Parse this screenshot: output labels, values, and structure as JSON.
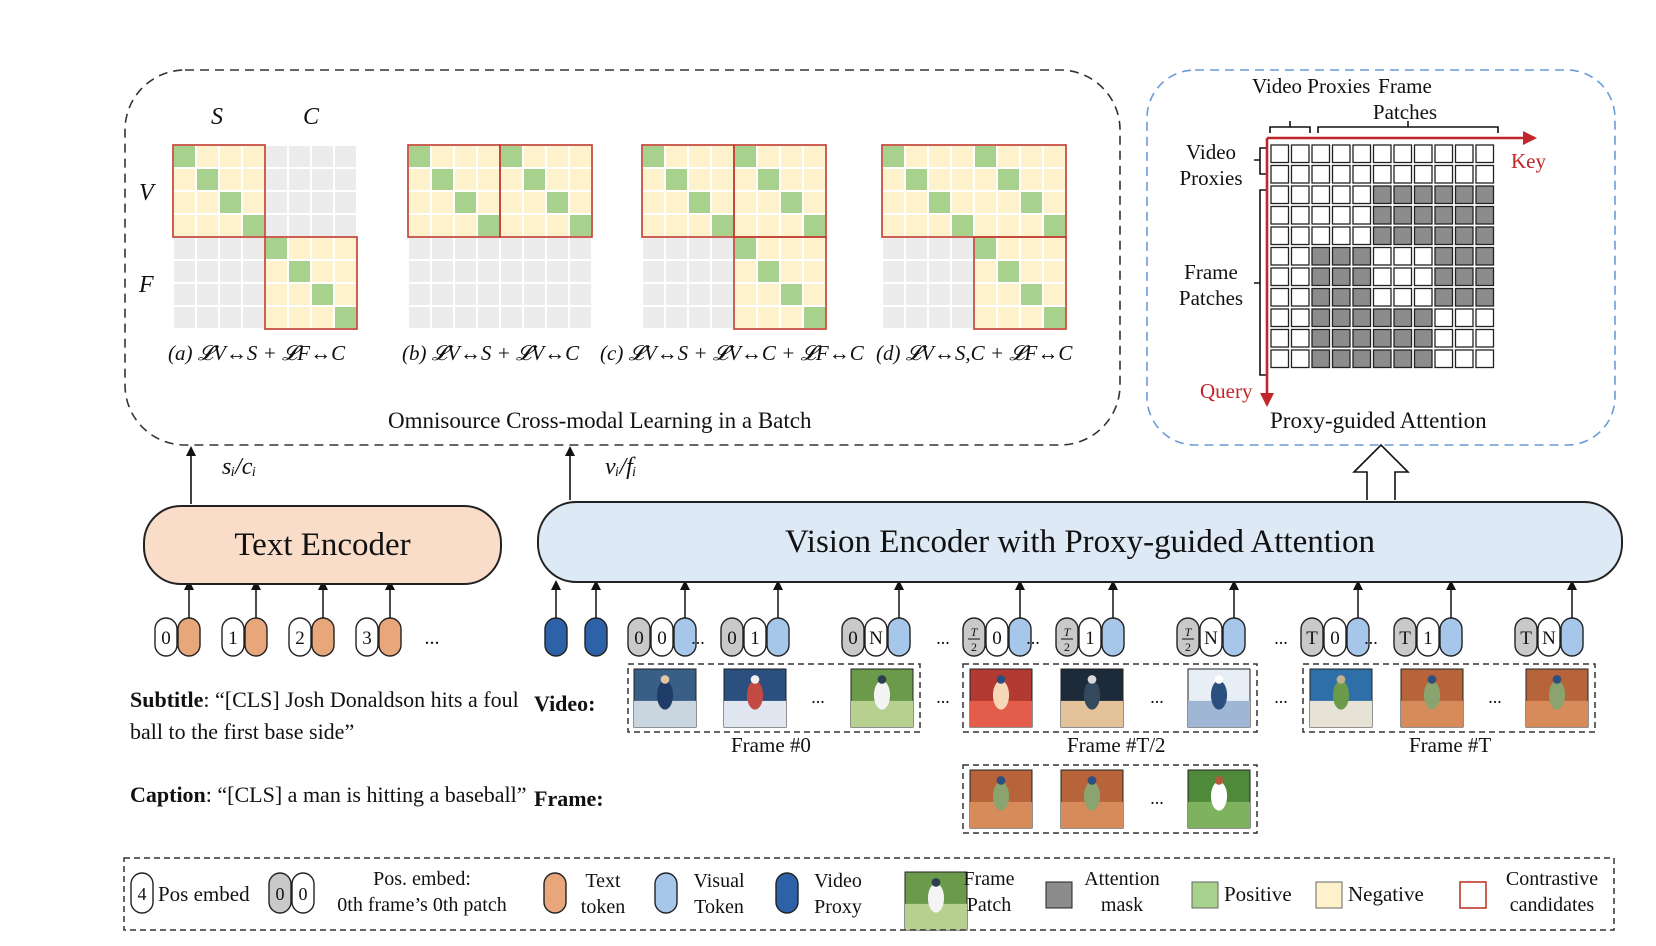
{
  "top_left_panel": {
    "column_labels": [
      "S",
      "C"
    ],
    "row_labels": [
      "V",
      "F"
    ],
    "caption": "Omnisource Cross-modal Learning in a Batch",
    "subfigures": [
      {
        "tag": "(a)",
        "formula": "𝓛V↔S + 𝓛F↔C"
      },
      {
        "tag": "(b)",
        "formula": "𝓛V↔S + 𝓛V↔C"
      },
      {
        "tag": "(c)",
        "formula": "𝓛V↔S + 𝓛V↔C + 𝓛F↔C"
      },
      {
        "tag": "(d)",
        "formula": "𝓛V↔S,C + 𝓛F↔C"
      }
    ]
  },
  "top_right_panel": {
    "caption": "Proxy-guided Attention",
    "top_labels": {
      "video_proxies": "Video Proxies",
      "frame_patches": "Frame Patches"
    },
    "left_labels": {
      "video_proxies": "Video Proxies",
      "frame_patches": "Frame Patches"
    },
    "axis_key": "Key",
    "axis_query": "Query"
  },
  "arrows": {
    "text_out": "sᵢ/cᵢ",
    "vision_out": "vᵢ/fᵢ"
  },
  "encoders": {
    "text": "Text Encoder",
    "vision": "Vision Encoder with Proxy-guided Attention"
  },
  "text_tokens": [
    "0",
    "1",
    "2",
    "3"
  ],
  "ellipsis": "...",
  "vision_token_groups": [
    {
      "frame": "0",
      "patches": [
        "0",
        "1",
        "N"
      ]
    },
    {
      "frame": "T/2",
      "patches": [
        "0",
        "1",
        "N"
      ]
    },
    {
      "frame": "T",
      "patches": [
        "0",
        "1",
        "N"
      ]
    }
  ],
  "subtitle": {
    "label": "Subtitle",
    "text": ": “[CLS] Josh Donaldson hits a foul ball to the first base side”"
  },
  "caption": {
    "label": "Caption",
    "text": ": “[CLS] a man is hitting a baseball”"
  },
  "row_video": "Video:",
  "row_frame": "Frame:",
  "frame_labels": [
    "Frame #0",
    "Frame #T/2",
    "Frame #T"
  ],
  "legend": {
    "pos_embed_number": "4",
    "pos_embed": "Pos embed",
    "pos_embed_pair": [
      "0",
      "0"
    ],
    "pos_embed2_line1": "Pos. embed:",
    "pos_embed2_line2": "0th frame’s 0th patch",
    "text_token": "Text token",
    "visual_token": "Visual Token",
    "video_proxy": "Video Proxy",
    "frame_patch": "Frame Patch",
    "attention_mask": "Attention mask",
    "positive": "Positive",
    "negative": "Negative",
    "contrastive": "Contrastive candidates"
  },
  "colors": {
    "positive": "#a9d18e",
    "negative": "#fdf2cc",
    "inactive": "#ececec",
    "contrastive": "#c0392b",
    "text_token": "#e8a77a",
    "visual_token": "#a6c6ea",
    "video_proxy": "#2e62a8",
    "mask": "#8c8c8c",
    "pos_embed_gray": "#c9c9c9",
    "text_encoder": "#f9ddc9",
    "vision_encoder": "#dde9f5",
    "axis_red": "#c0262b",
    "dash_blue": "#6a9bd8"
  }
}
